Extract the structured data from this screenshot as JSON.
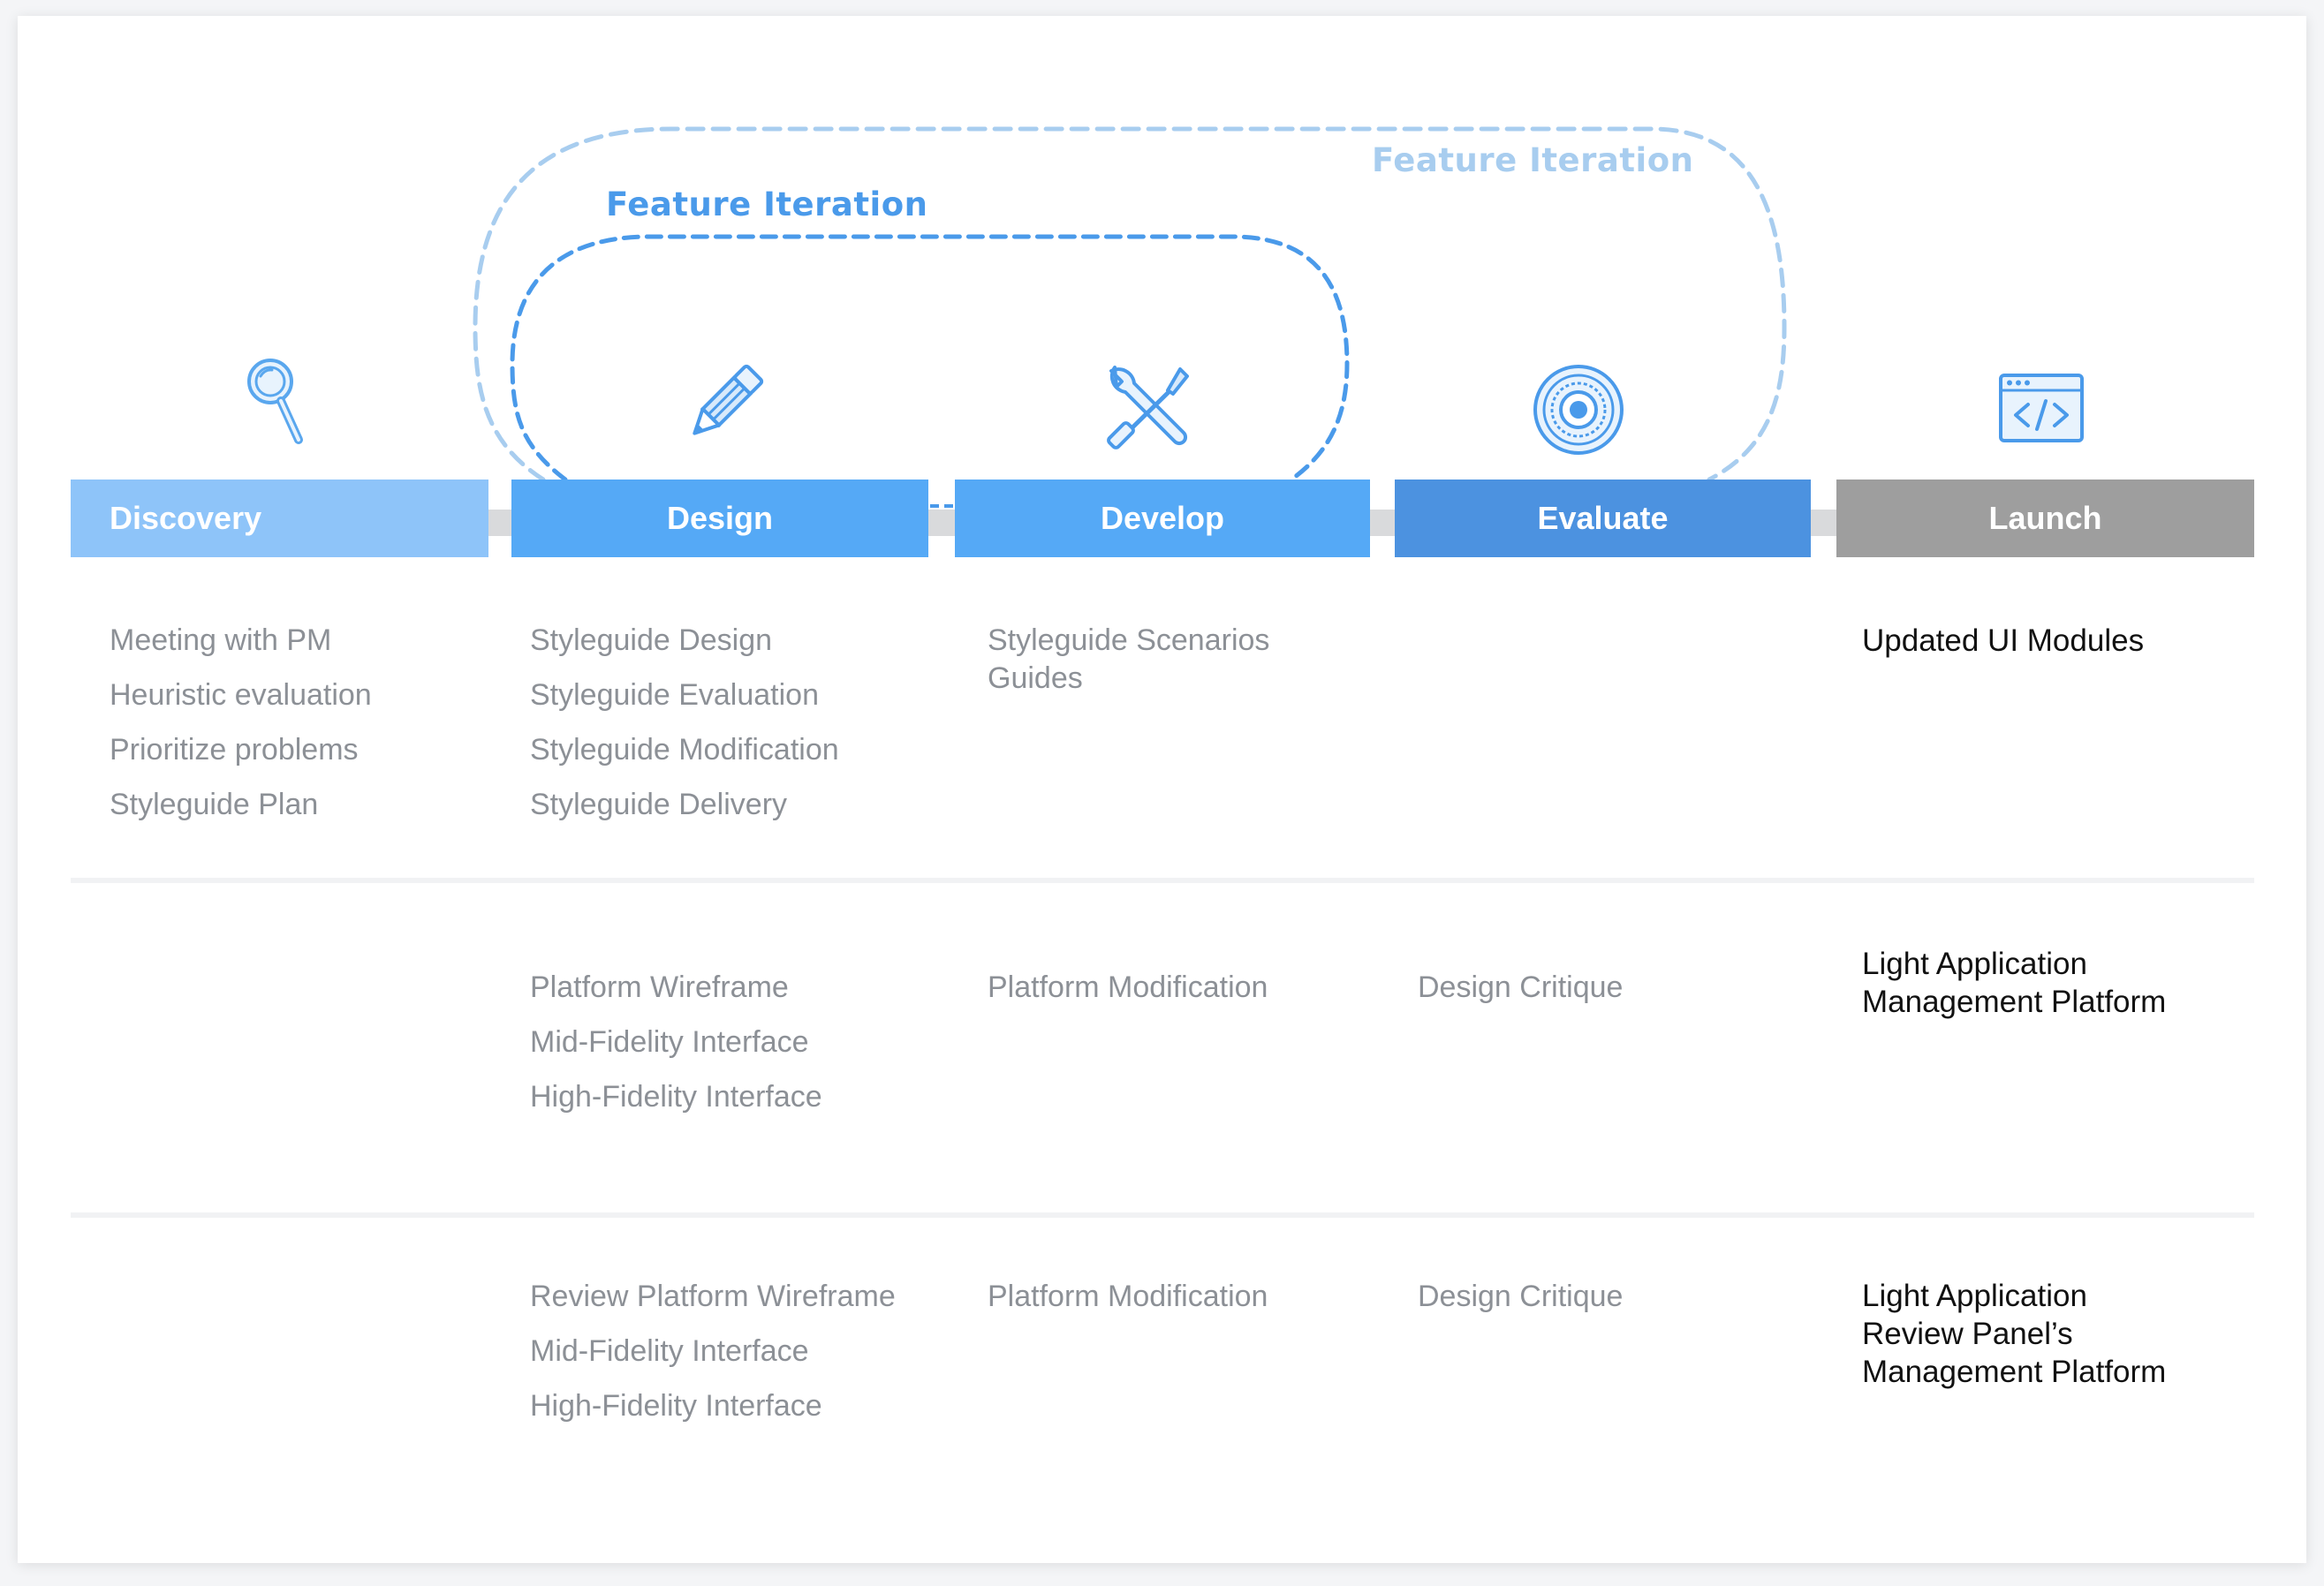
{
  "colors": {
    "discovery": "#8ec4f9",
    "design": "#55a9f6",
    "develop": "#55a9f6",
    "evaluate": "#4c92e0",
    "launch": "#9e9e9e",
    "inner_loop": "#4a9aea",
    "outer_loop": "#a8cdef",
    "item_text": "#8c9096",
    "deliverable_text": "#111111"
  },
  "loops": {
    "inner_label": "Feature Iteration",
    "outer_label": "Feature Iteration"
  },
  "phases": [
    {
      "label": "Discovery",
      "icon": "magnifier-icon"
    },
    {
      "label": "Design",
      "icon": "pencil-icon"
    },
    {
      "label": "Develop",
      "icon": "wrench-screwdriver-icon"
    },
    {
      "label": "Evaluate",
      "icon": "target-icon"
    },
    {
      "label": "Launch",
      "icon": "code-window-icon"
    }
  ],
  "rows": [
    {
      "discovery": [
        "Meeting with PM",
        "Heuristic evaluation",
        "Prioritize problems",
        "Styleguide Plan"
      ],
      "design": [
        "Styleguide Design",
        "Styleguide Evaluation",
        "Styleguide Modification",
        "Styleguide Delivery"
      ],
      "develop": [
        "Styleguide Scenarios Guides"
      ],
      "evaluate": [],
      "launch": [
        "Updated UI Modules"
      ]
    },
    {
      "discovery": [],
      "design": [
        "Platform Wireframe",
        "Mid-Fidelity Interface",
        "High-Fidelity Interface"
      ],
      "develop": [
        "Platform Modification"
      ],
      "evaluate": [
        "Design Critique"
      ],
      "launch": [
        "Light Application",
        "Management Platform"
      ]
    },
    {
      "discovery": [],
      "design": [
        "Review Platform Wireframe",
        "Mid-Fidelity Interface",
        "High-Fidelity Interface"
      ],
      "develop": [
        "Platform Modification"
      ],
      "evaluate": [
        "Design Critique"
      ],
      "launch": [
        "Light Application",
        "Review Panel’s",
        "Management Platform"
      ]
    }
  ]
}
